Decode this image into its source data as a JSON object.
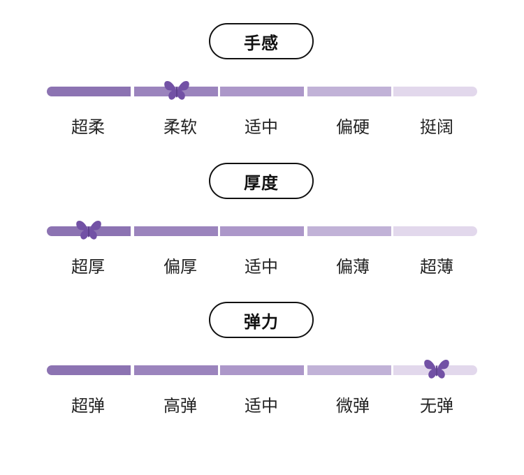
{
  "colors": {
    "marker": "#7251a5",
    "segments": [
      "#8c73b2",
      "#9b84bd",
      "#ac97c9",
      "#c1b2d7",
      "#e2d8ec"
    ]
  },
  "sections": [
    {
      "title": "手感",
      "labels": [
        "超柔",
        "柔软",
        "适中",
        "偏硬",
        "挺阔"
      ],
      "marker_icon": "butterfly-icon",
      "marker_position": "柔软"
    },
    {
      "title": "厚度",
      "labels": [
        "超厚",
        "偏厚",
        "适中",
        "偏薄",
        "超薄"
      ],
      "marker_icon": "butterfly-icon",
      "marker_position": "超厚"
    },
    {
      "title": "弹力",
      "labels": [
        "超弹",
        "高弹",
        "适中",
        "微弹",
        "无弹"
      ],
      "marker_icon": "butterfly-icon",
      "marker_position": "无弹"
    }
  ]
}
